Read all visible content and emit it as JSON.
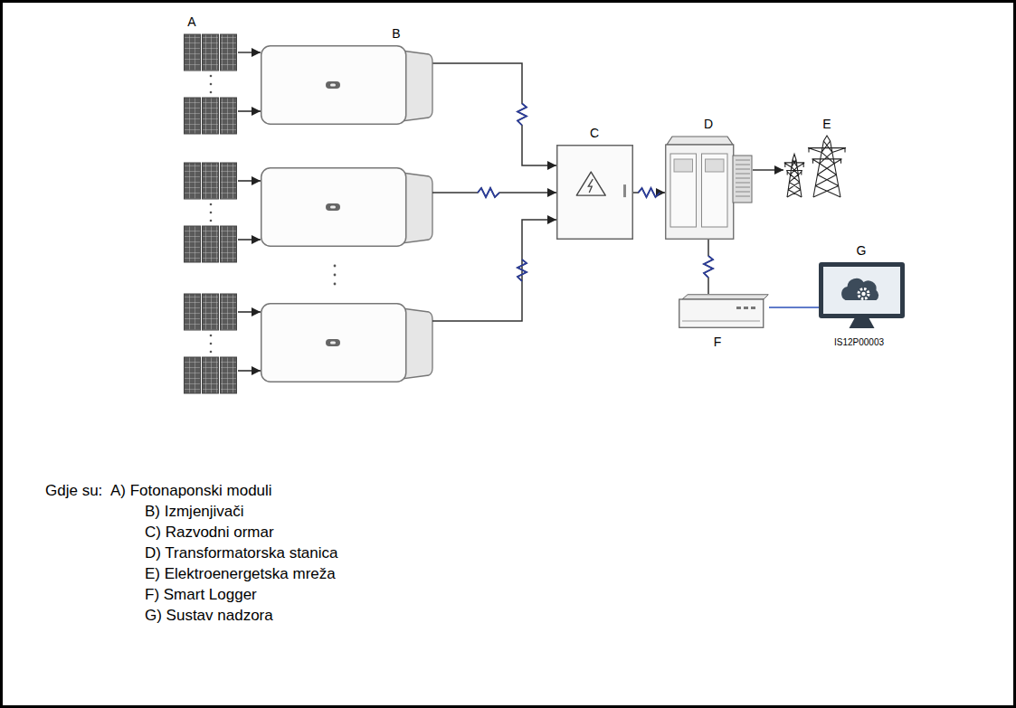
{
  "diagram": {
    "nodes": [
      {
        "text": [
          "A"
        ]
      },
      {
        "text": [
          "B"
        ]
      },
      {
        "text": [
          "C"
        ]
      },
      {
        "text": [
          "D"
        ]
      },
      {
        "text": [
          "E"
        ]
      },
      {
        "text": [
          "F"
        ]
      },
      {
        "text": [
          "G"
        ]
      }
    ],
    "edges": [
      {
        "from": 0,
        "to": 1,
        "arrow": "to"
      },
      {
        "from": 1,
        "to": 2,
        "arrow": "to"
      },
      {
        "from": 2,
        "to": 3,
        "arrow": "to"
      },
      {
        "from": 3,
        "to": 4,
        "arrow": "to"
      },
      {
        "from": 3,
        "to": 5,
        "arrow": "none"
      },
      {
        "from": 5,
        "to": 6,
        "arrow": "none"
      }
    ],
    "labels": [
      "IS12P00003",
      "Gdje su:",
      "A) Fotonaponski moduli",
      "B) Izmjenjivači",
      "C) Razvodni ormar",
      "D) Transformatorska stanica",
      "E) Elektroenergetska mreža",
      "F) Smart Logger",
      "G) Sustav nadzora"
    ]
  }
}
